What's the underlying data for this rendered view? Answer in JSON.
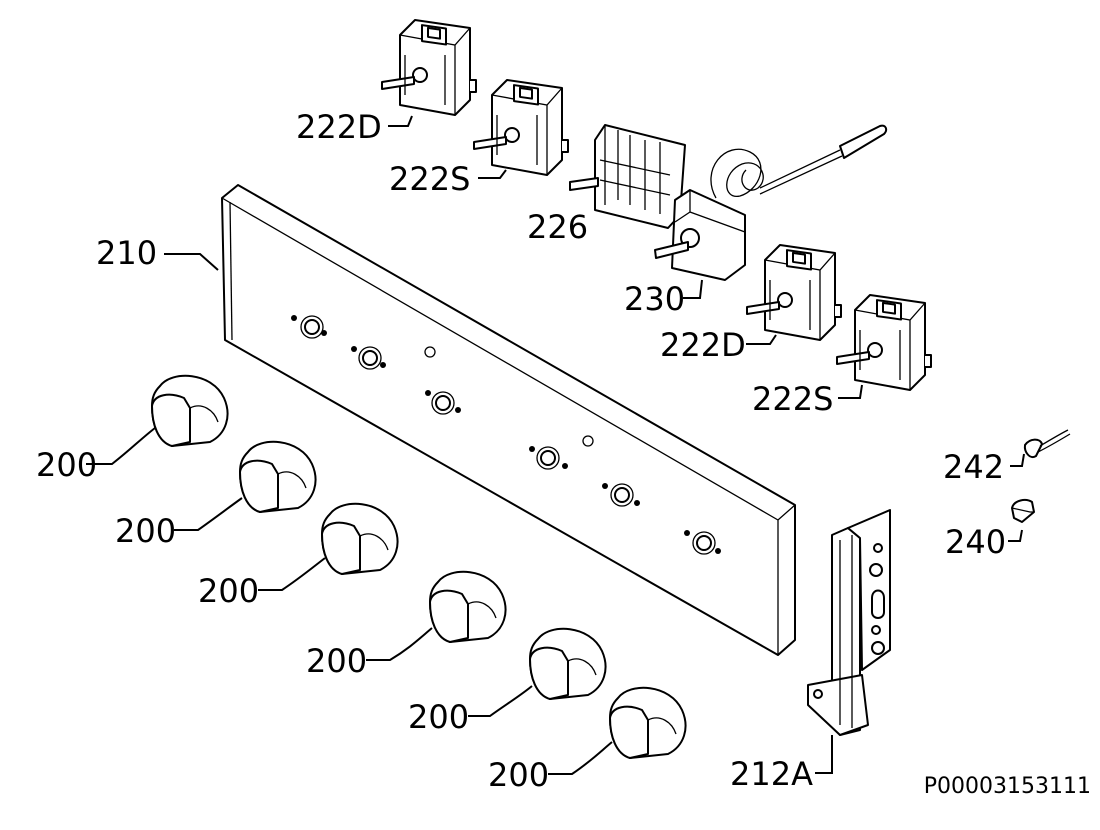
{
  "diagram": {
    "code": "P00003153111",
    "labels": {
      "switch_top_d": "222D",
      "switch_top_s": "222S",
      "selector": "226",
      "thermostat": "230",
      "switch_mid_d": "222D",
      "switch_right_s": "222S",
      "panel": "210",
      "lamp": "242",
      "lamp_holder": "240",
      "bracket": "212A",
      "knob_1": "200",
      "knob_2": "200",
      "knob_3": "200",
      "knob_4": "200",
      "knob_5": "200",
      "knob_6": "200"
    }
  }
}
